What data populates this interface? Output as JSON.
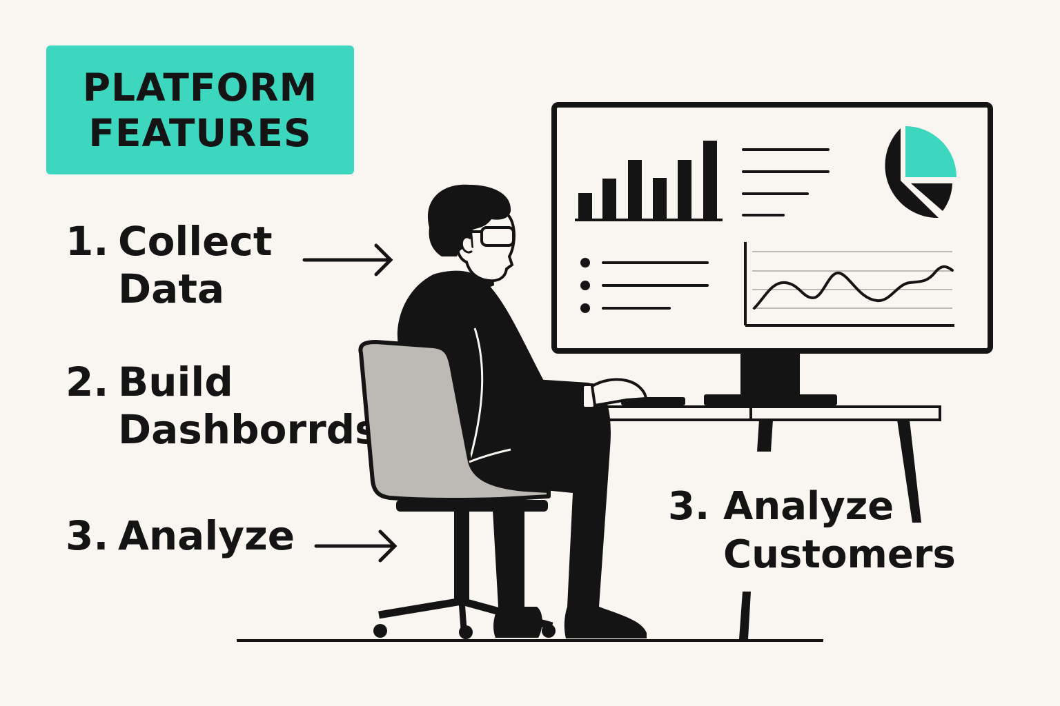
{
  "title": "PLATFORM\nFEATURES",
  "features": [
    {
      "number": "1.",
      "label": "Collect\nData"
    },
    {
      "number": "2.",
      "label": "Build\nDashborrds"
    },
    {
      "number": "3.",
      "label": "Analyze"
    },
    {
      "number": "3.",
      "label": "Analyze\nCustomers"
    }
  ],
  "colors": {
    "accent": "#3dd6be",
    "ink": "#141414",
    "background": "#f9f6f1",
    "chair": "#bdbab5"
  },
  "icons": [
    "arrow-right-icon",
    "bar-chart-icon",
    "pie-chart-icon",
    "line-chart-icon",
    "bullet-list-icon"
  ]
}
